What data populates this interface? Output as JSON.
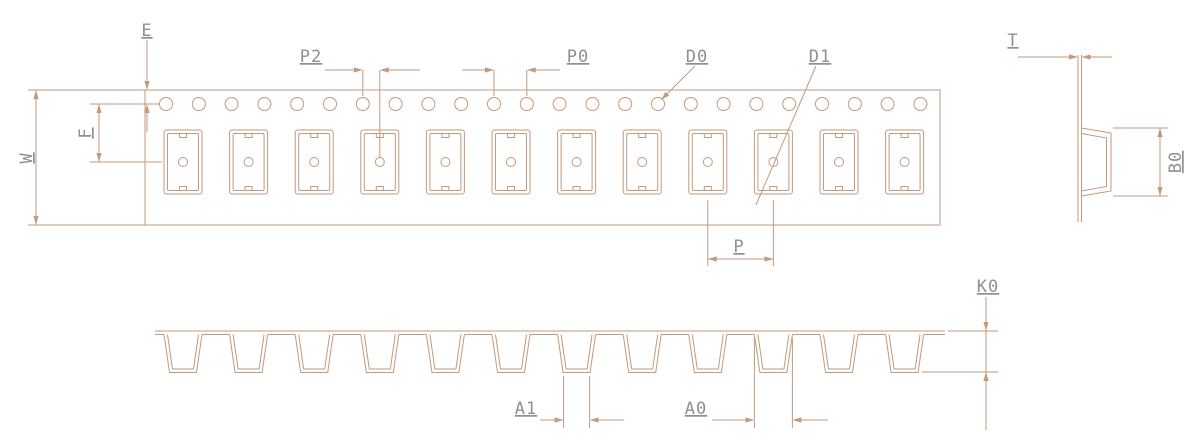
{
  "colors": {
    "line": "#c29a7d",
    "text": "#8f8f8f",
    "background": "#ffffff"
  },
  "labels": {
    "e": "E",
    "w": "W",
    "f": "F",
    "p2": "P2",
    "p0": "P0",
    "d0": "D0",
    "d1": "D1",
    "p": "P",
    "t": "T",
    "b0": "B0",
    "k0": "K0",
    "a1": "A1",
    "a0": "A0"
  },
  "top_view": {
    "sprocket_hole_count": 24,
    "pocket_count": 12
  },
  "front_view": {
    "pocket_count": 12
  }
}
